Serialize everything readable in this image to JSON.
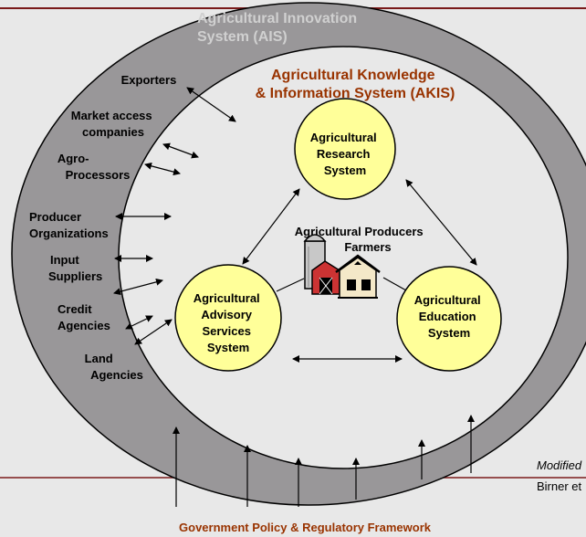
{
  "ais": {
    "title_line1": "Agricultural Innovation",
    "title_line2": "System (AIS)"
  },
  "akis": {
    "title_line1": "Agricultural Knowledge",
    "title_line2": "& Information System (AKIS)"
  },
  "actors": {
    "exporters": "Exporters",
    "market_access_1": "Market access",
    "market_access_2": "companies",
    "agro_1": "Agro-",
    "agro_2": "Processors",
    "producer_1": "Producer",
    "producer_2": "Organizations",
    "input_1": "Input",
    "input_2": "Suppliers",
    "credit_1": "Credit",
    "credit_2": "Agencies",
    "land_1": "Land",
    "land_2": "Agencies"
  },
  "nodes": {
    "research": [
      "Agricultural",
      "Research",
      "System"
    ],
    "advisory": [
      "Agricultural",
      "Advisory",
      "Services",
      "System"
    ],
    "education": [
      "Agricultural",
      "Education",
      "System"
    ],
    "producers_1": "Agricultural Producers",
    "producers_2": "Farmers"
  },
  "footer": {
    "policy": "Government Policy & Regulatory Framework",
    "source_1": "Modified",
    "source_2": "Birner et"
  },
  "colors": {
    "ais_ring": "#999799",
    "akis_area": "#e8e8e8",
    "node_fill": "#ffff99",
    "akis_title": "#993300",
    "policy": "#993300",
    "ais_title": "#d0d0d0"
  }
}
